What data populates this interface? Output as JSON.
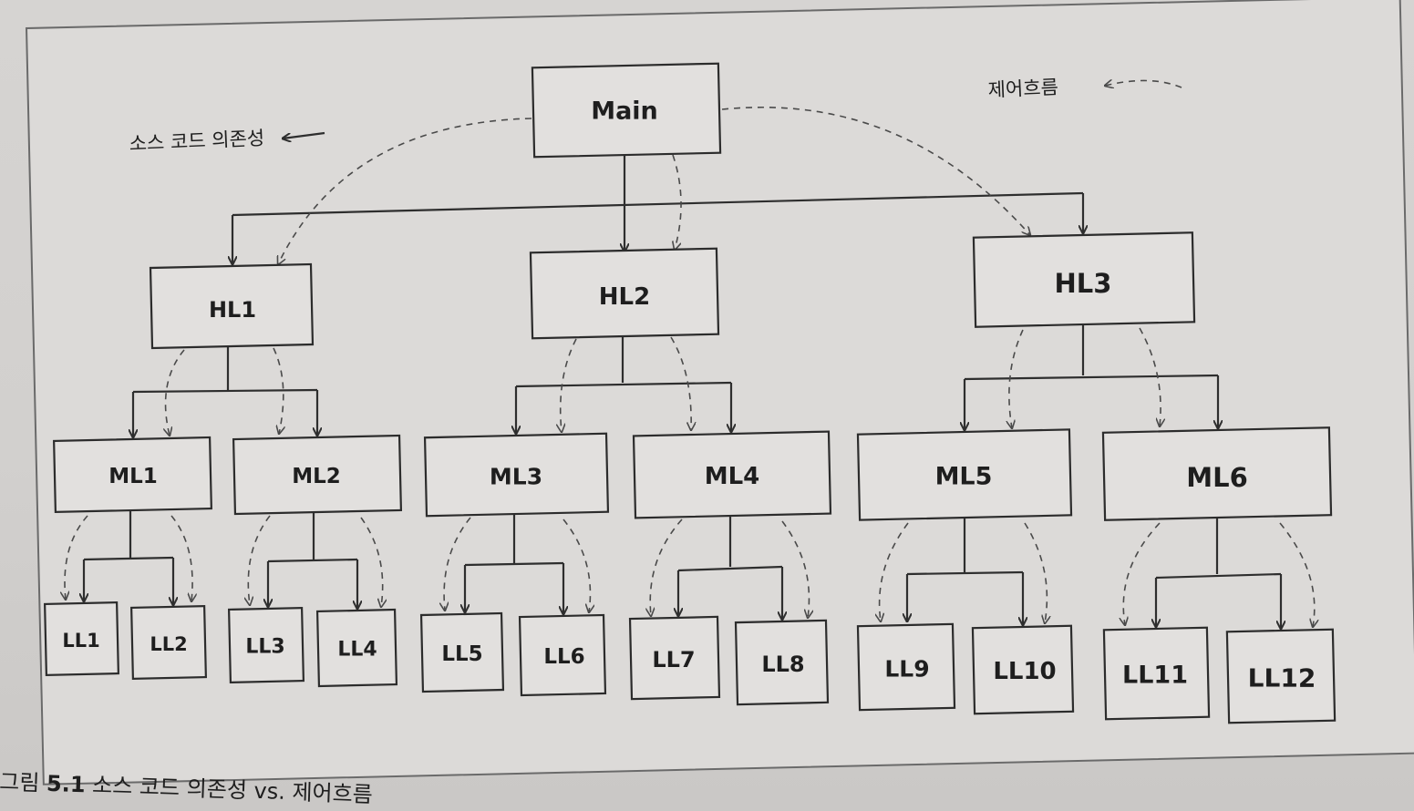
{
  "diagram": {
    "nodes": {
      "main": "Main",
      "hl": [
        "HL1",
        "HL2",
        "HL3"
      ],
      "ml": [
        "ML1",
        "ML2",
        "ML3",
        "ML4",
        "ML5",
        "ML6"
      ],
      "ll": [
        "LL1",
        "LL2",
        "LL3",
        "LL4",
        "LL5",
        "LL6",
        "LL7",
        "LL8",
        "LL9",
        "LL10",
        "LL11",
        "LL12"
      ]
    },
    "legend": {
      "source_dependency": "소스 코드 의존성",
      "control_flow": "제어흐름"
    }
  },
  "caption": {
    "prefix": "그림",
    "number": "5.1",
    "text": "소스 코드 의존성 vs. 제어흐름"
  }
}
